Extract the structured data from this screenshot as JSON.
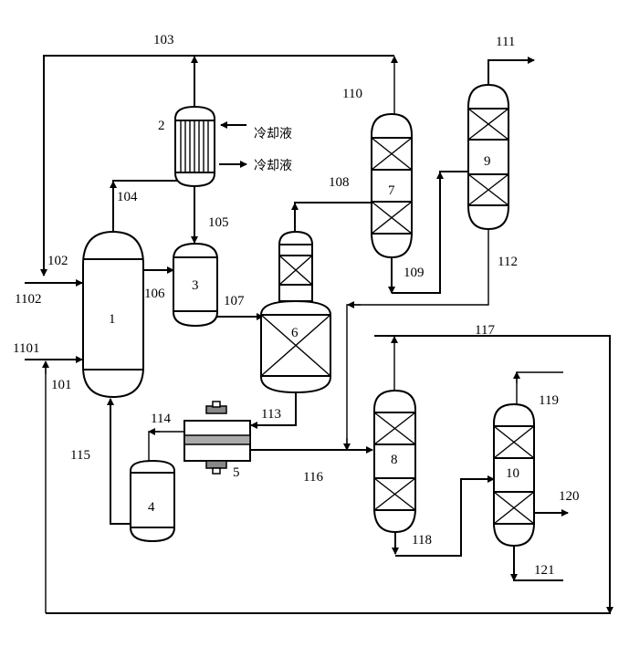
{
  "diagram": {
    "type": "process-flow-diagram",
    "equipment": [
      {
        "id": "1",
        "label": "1"
      },
      {
        "id": "2",
        "label": "2"
      },
      {
        "id": "3",
        "label": "3"
      },
      {
        "id": "4",
        "label": "4"
      },
      {
        "id": "5",
        "label": "5"
      },
      {
        "id": "6",
        "label": "6"
      },
      {
        "id": "7",
        "label": "7"
      },
      {
        "id": "8",
        "label": "8"
      },
      {
        "id": "9",
        "label": "9"
      },
      {
        "id": "10",
        "label": "10"
      }
    ],
    "streams": {
      "s101": "101",
      "s1101": "1101",
      "s102": "102",
      "s1102": "1102",
      "s103": "103",
      "s104": "104",
      "s105": "105",
      "s106": "106",
      "s107": "107",
      "s108": "108",
      "s109": "109",
      "s110": "110",
      "s111": "111",
      "s112": "112",
      "s113": "113",
      "s114": "114",
      "s115": "115",
      "s116": "116",
      "s117": "117",
      "s118": "118",
      "s119": "119",
      "s120": "120",
      "s121": "121"
    },
    "coolant_in": "冷却液",
    "coolant_out": "冷却液"
  }
}
